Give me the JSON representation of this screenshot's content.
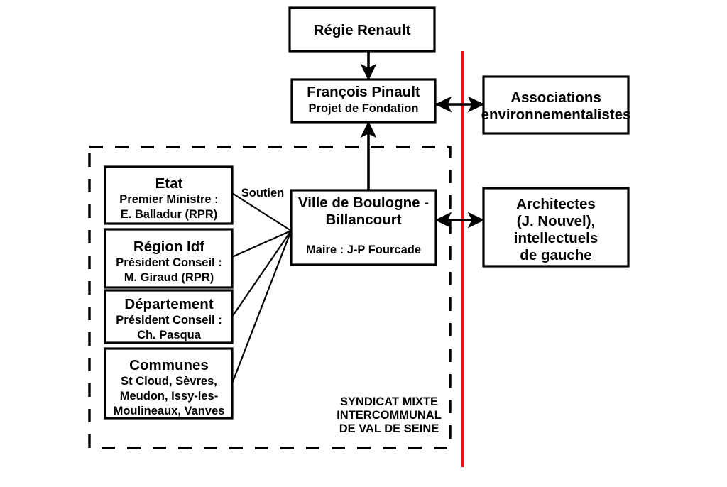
{
  "diagram": {
    "type": "organizational-relationship-diagram",
    "colors": {
      "background": "#ffffff",
      "stroke": "#000000",
      "divider": "#ee1111"
    },
    "nodes": {
      "regie": {
        "title": "Régie Renault",
        "subtitle": ""
      },
      "pinault": {
        "title": "François Pinault",
        "subtitle": "Projet de Fondation"
      },
      "associations": {
        "line1": "Associations",
        "line2": "environnementalistes"
      },
      "ville": {
        "title_line1": "Ville de Boulogne -",
        "title_line2": "Billancourt",
        "subtitle": "Maire : J-P Fourcade"
      },
      "architectes": {
        "line1": "Architectes",
        "line2": "(J. Nouvel),",
        "line3": "intellectuels",
        "line4": "de gauche"
      },
      "etat": {
        "title": "Etat",
        "line1": "Premier Ministre :",
        "line2": "E. Balladur (RPR)"
      },
      "region": {
        "title": "Région Idf",
        "line1": "Président Conseil :",
        "line2": "M. Giraud (RPR)"
      },
      "departement": {
        "title": "Département",
        "line1": "Président Conseil :",
        "line2": "Ch. Pasqua"
      },
      "communes": {
        "title": "Communes",
        "line1": "St Cloud, Sèvres,",
        "line2": "Meudon, Issy-les-",
        "line3": "Moulineaux, Vanves"
      }
    },
    "edge_labels": {
      "soutien": "Soutien"
    },
    "region_label": {
      "line1": "SYNDICAT MIXTE",
      "line2": "INTERCOMMUNAL",
      "line3": "DE VAL DE SEINE"
    }
  }
}
